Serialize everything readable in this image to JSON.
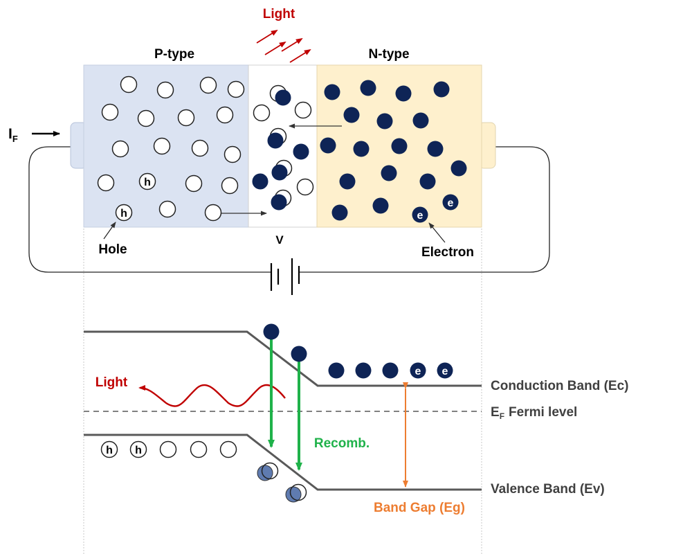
{
  "top": {
    "p_type_label": "P-type",
    "n_type_label": "N-type",
    "light_label": "Light",
    "current_symbol": "I",
    "current_subscript": "F",
    "voltage_label": "V",
    "hole_callout": "Hole",
    "electron_callout": "Electron",
    "hole_marker": "h",
    "electron_marker": "e"
  },
  "band": {
    "light_label": "Light",
    "conduction_label": "Conduction Band (Ec)",
    "fermi_symbol": "E",
    "fermi_subscript": "F",
    "fermi_text": "Fermi level",
    "valence_label": "Valence Band (Ev)",
    "recomb_label": "Recomb.",
    "gap_label": "Band Gap (Eg)",
    "hole_marker": "h",
    "electron_marker": "e"
  },
  "colors": {
    "p_region": "#dbe3f2",
    "n_region": "#fef0cd",
    "electron": "#0e2456",
    "light": "#c00000",
    "recomb": "#1fb24a",
    "gap": "#ed7d31",
    "band_line": "#595959"
  }
}
